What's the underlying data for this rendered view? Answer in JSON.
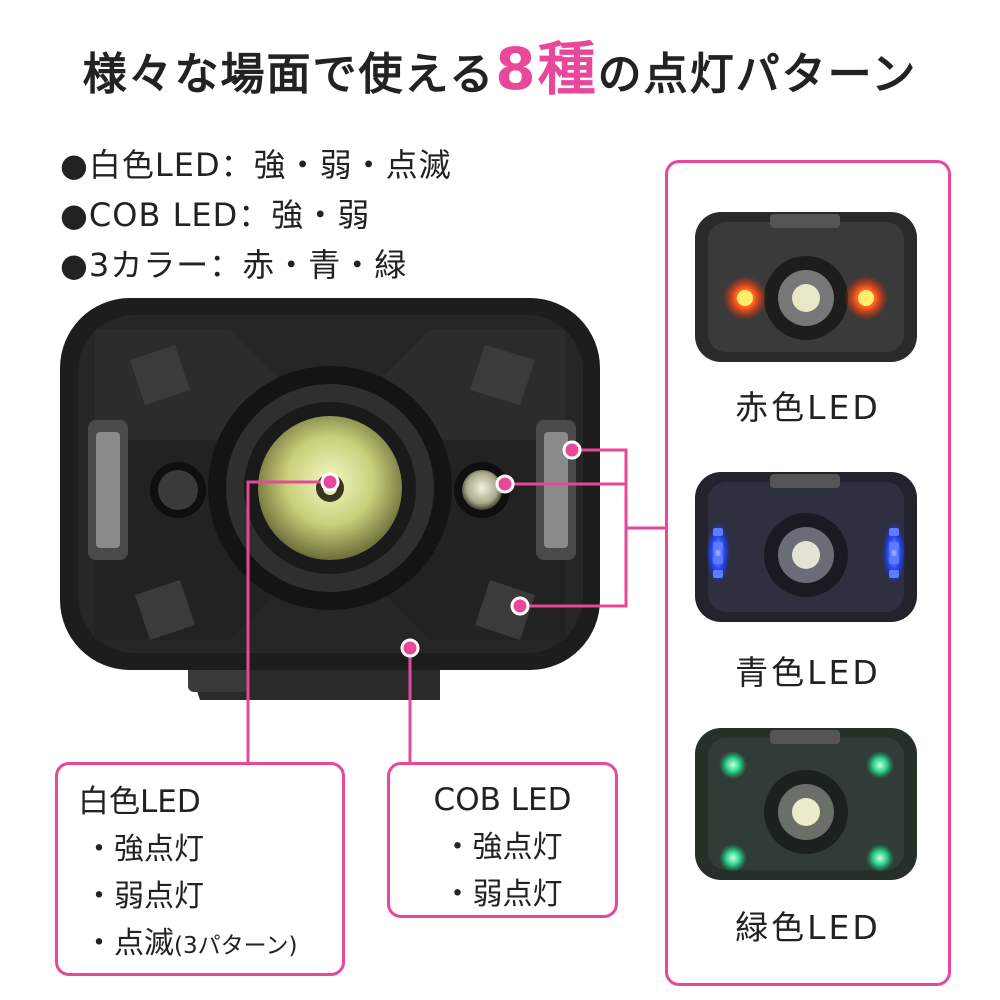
{
  "title": {
    "lead": "様々な場面で使える",
    "highlight": "8種",
    "tail": "の点灯パターン"
  },
  "features": [
    {
      "bullet": "●",
      "text": "白色LED：強・弱・点滅"
    },
    {
      "bullet": "●",
      "text": "COB LED：強・弱"
    },
    {
      "bullet": "●",
      "text": "3カラー：赤・青・緑"
    }
  ],
  "callout_white": {
    "title": "白色LED",
    "items": [
      "・強点灯",
      "・弱点灯"
    ],
    "blink_main": "・点滅",
    "blink_note": "(3パターン)"
  },
  "callout_cob": {
    "title": "COB LED",
    "items": [
      "・強点灯",
      "・弱点灯"
    ]
  },
  "variants": [
    {
      "label": "赤色LED",
      "color": "#ff5a1f"
    },
    {
      "label": "青色LED",
      "color": "#2a4dff"
    },
    {
      "label": "緑色LED",
      "color": "#2bd08a"
    }
  ],
  "colors": {
    "accent": "#e8479a",
    "housing": "#1e1e1e"
  },
  "icons": [
    "headlamp-photo",
    "connector-line"
  ]
}
